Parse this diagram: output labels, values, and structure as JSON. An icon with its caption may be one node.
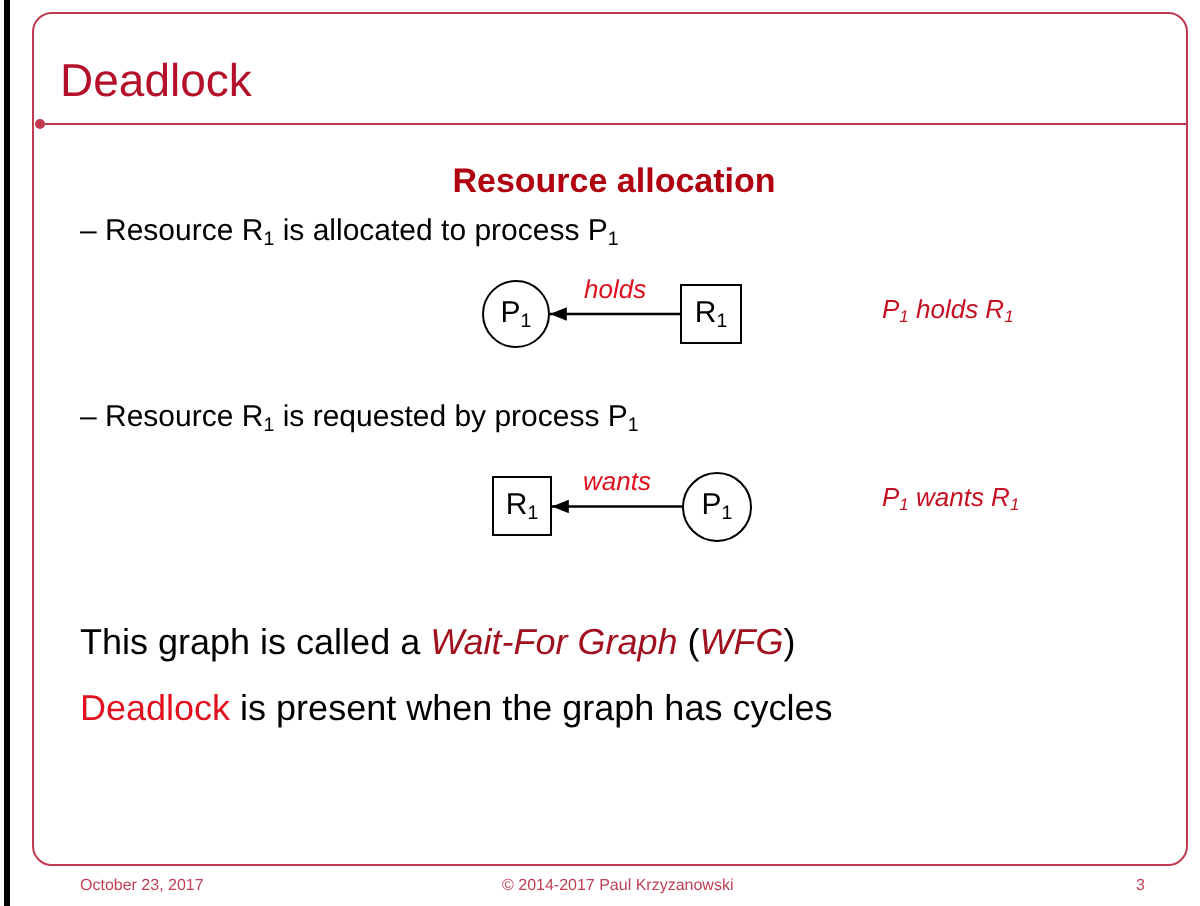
{
  "diagram": {
    "title": "Deadlock",
    "nodes": [
      {
        "text": [
          "P$_{1}$"
        ]
      },
      {
        "text": [
          "R$_{1}$"
        ]
      },
      {
        "text": [
          "R$_{1}$"
        ]
      },
      {
        "text": [
          "P$_{1}$"
        ]
      }
    ],
    "edges": [
      {
        "from": 1,
        "to": 0,
        "arrow": "to",
        "label": "holds"
      },
      {
        "from": 3,
        "to": 2,
        "arrow": "to",
        "label": "wants"
      }
    ],
    "labels": [
      "Resource allocation",
      "– Resource R$_{1}$ is allocated to process P$_{1}$",
      "P$_{1}$ holds R$_{1}$",
      "– Resource R$_{1}$ is requested by process P$_{1}$",
      "P$_{1}$ wants R$_{1}$",
      "This graph is called a *Wait-For Graph* (*WFG*)",
      "*Deadlock* is present when the graph has cycles",
      "October 23, 2017",
      "© 2014-2017 Paul Krzyzanowski",
      "3"
    ]
  }
}
